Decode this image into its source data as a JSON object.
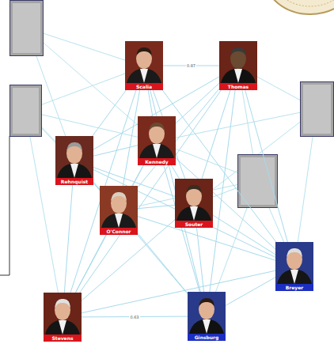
{
  "diagram": {
    "nodes": [
      {
        "text": [
          "Scalia"
        ]
      },
      {
        "text": [
          "Thomas"
        ]
      },
      {
        "text": [
          "Kennedy"
        ]
      },
      {
        "text": [
          "Rehnquist"
        ]
      },
      {
        "text": [
          "O'Connor"
        ]
      },
      {
        "text": [
          "Souter"
        ]
      },
      {
        "text": [
          "Breyer"
        ]
      },
      {
        "text": [
          "Stevens"
        ]
      },
      {
        "text": [
          "Ginsburg"
        ]
      }
    ],
    "edges": [
      {
        "from": 0,
        "to": 1,
        "arrow": "none",
        "label": "0.87"
      },
      {
        "from": 0,
        "to": 2,
        "arrow": "none"
      },
      {
        "from": 0,
        "to": 3,
        "arrow": "none"
      },
      {
        "from": 0,
        "to": 4,
        "arrow": "none"
      },
      {
        "from": 0,
        "to": 5,
        "arrow": "none"
      },
      {
        "from": 0,
        "to": 6,
        "arrow": "none"
      },
      {
        "from": 0,
        "to": 7,
        "arrow": "none"
      },
      {
        "from": 0,
        "to": 8,
        "arrow": "none"
      },
      {
        "from": 1,
        "to": 2,
        "arrow": "none"
      },
      {
        "from": 1,
        "to": 3,
        "arrow": "none"
      },
      {
        "from": 1,
        "to": 4,
        "arrow": "none"
      },
      {
        "from": 1,
        "to": 5,
        "arrow": "none"
      },
      {
        "from": 1,
        "to": 6,
        "arrow": "none"
      },
      {
        "from": 1,
        "to": 7,
        "arrow": "none"
      },
      {
        "from": 1,
        "to": 8,
        "arrow": "none"
      },
      {
        "from": 2,
        "to": 3,
        "arrow": "none"
      },
      {
        "from": 2,
        "to": 4,
        "arrow": "none"
      },
      {
        "from": 2,
        "to": 5,
        "arrow": "none"
      },
      {
        "from": 2,
        "to": 6,
        "arrow": "none"
      },
      {
        "from": 2,
        "to": 7,
        "arrow": "none"
      },
      {
        "from": 2,
        "to": 8,
        "arrow": "none"
      },
      {
        "from": 3,
        "to": 4,
        "arrow": "none"
      },
      {
        "from": 3,
        "to": 5,
        "arrow": "none"
      },
      {
        "from": 3,
        "to": 6,
        "arrow": "none"
      },
      {
        "from": 3,
        "to": 7,
        "arrow": "none"
      },
      {
        "from": 3,
        "to": 8,
        "arrow": "none"
      },
      {
        "from": 4,
        "to": 5,
        "arrow": "none"
      },
      {
        "from": 4,
        "to": 6,
        "arrow": "none"
      },
      {
        "from": 4,
        "to": 7,
        "arrow": "none"
      },
      {
        "from": 4,
        "to": 8,
        "arrow": "none"
      },
      {
        "from": 5,
        "to": 6,
        "arrow": "none"
      },
      {
        "from": 5,
        "to": 7,
        "arrow": "none"
      },
      {
        "from": 5,
        "to": 8,
        "arrow": "none"
      },
      {
        "from": 6,
        "to": 7,
        "arrow": "none"
      },
      {
        "from": 6,
        "to": 8,
        "arrow": "none"
      },
      {
        "from": 7,
        "to": 8,
        "arrow": "none",
        "label": "0.63"
      }
    ]
  }
}
